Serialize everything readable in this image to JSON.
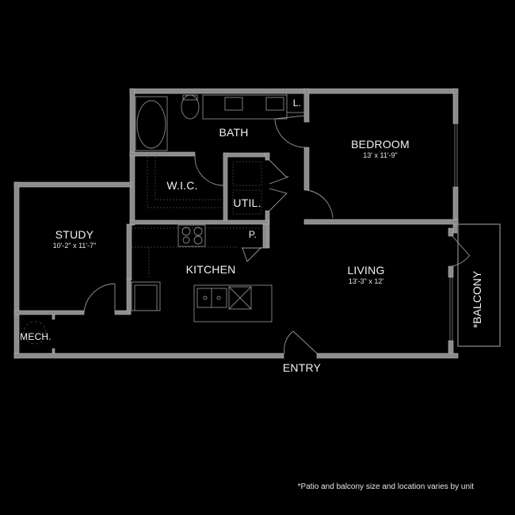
{
  "floorplan": {
    "background": "#000000",
    "wall_color": "#8c8c8c",
    "rooms": [
      {
        "id": "bath",
        "label": "BATH",
        "dimensions": ""
      },
      {
        "id": "bedroom",
        "label": "BEDROOM",
        "dimensions": "13' x 11'-9\""
      },
      {
        "id": "linen",
        "label": "L.",
        "dimensions": ""
      },
      {
        "id": "wic",
        "label": "W.I.C.",
        "dimensions": ""
      },
      {
        "id": "util",
        "label": "UTIL.",
        "dimensions": ""
      },
      {
        "id": "study",
        "label": "STUDY",
        "dimensions": "10'-2\" x 11'-7\""
      },
      {
        "id": "pantry",
        "label": "P.",
        "dimensions": ""
      },
      {
        "id": "kitchen",
        "label": "KITCHEN",
        "dimensions": ""
      },
      {
        "id": "living",
        "label": "LIVING",
        "dimensions": "13'-3\" x 12'"
      },
      {
        "id": "mech",
        "label": "MECH.",
        "dimensions": ""
      },
      {
        "id": "balcony",
        "label": "*BALCONY",
        "dimensions": ""
      }
    ],
    "entry_label": "ENTRY",
    "footnote": "*Patio and balcony size and location varies by unit"
  }
}
